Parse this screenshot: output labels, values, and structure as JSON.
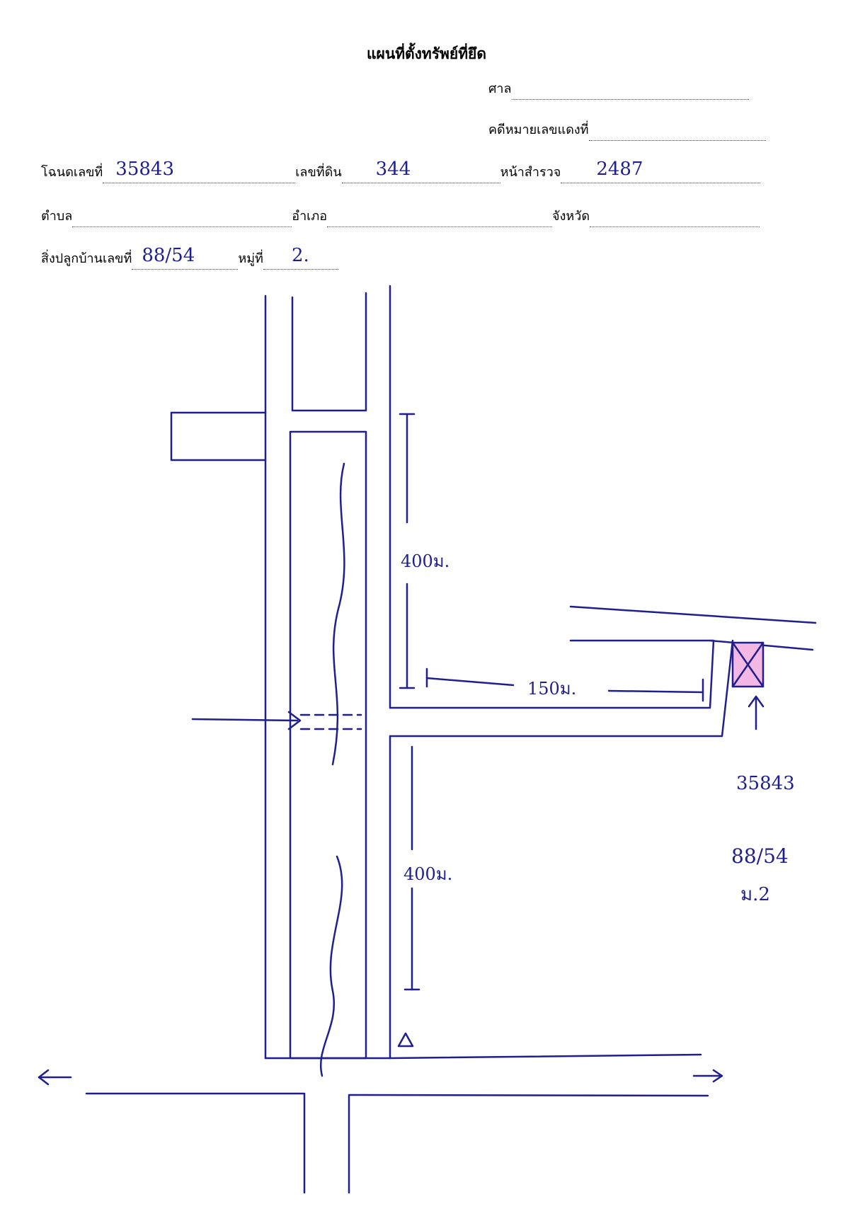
{
  "form": {
    "title": "แผนที่ตั้งทรัพย์ที่ยึด",
    "court_label": "ศาล",
    "court_value": "",
    "case_label": "คดีหมายเลขแดงที่",
    "case_value": "",
    "deed_label": "โฉนดเลขที่",
    "deed_value": "35843",
    "land_no_label": "เลขที่ดิน",
    "land_no_value": "344",
    "survey_label": "หน้าสำรวจ",
    "survey_value": "2487",
    "subdistrict_label": "ตำบล",
    "subdistrict_value": "",
    "district_label": "อำเภอ",
    "district_value": "",
    "province_label": "จังหวัด",
    "province_value": "",
    "house_label": "สิ่งปลูกบ้านเลขที่",
    "house_value": "88/54",
    "moo_label": "หมู่ที่",
    "moo_value": "2."
  },
  "map": {
    "dist_north": "400ม.",
    "dist_south": "400ม.",
    "dist_east": "150ม.",
    "property_deed": "35843",
    "property_house": "88/54",
    "property_moo": "ม.2",
    "property_color": "#f4b8e4",
    "ink_color": "#1f1f8f"
  }
}
